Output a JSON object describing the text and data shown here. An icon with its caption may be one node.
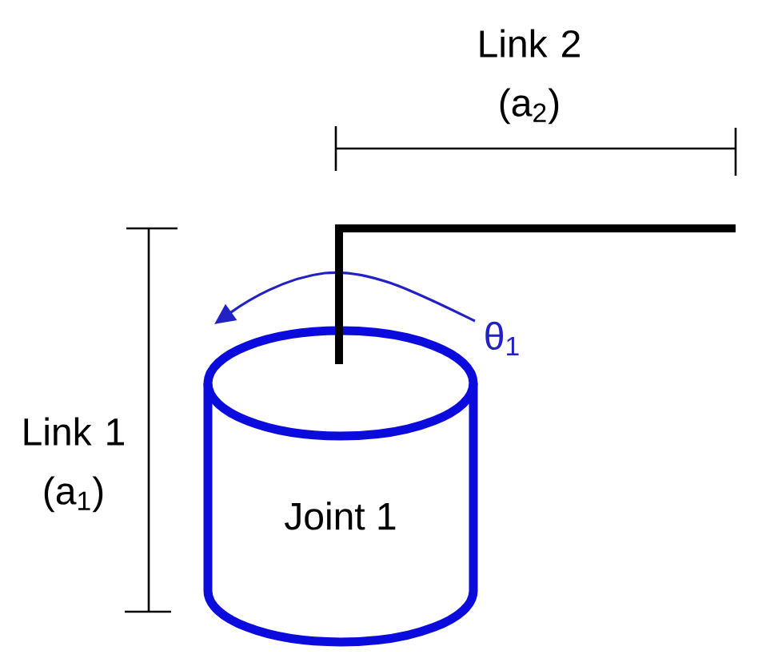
{
  "diagram": {
    "nodes": [
      {
        "text": [
          "Joint 1"
        ]
      }
    ],
    "labels": [
      "Link 2 (a$_{2}$)",
      "θ$_{1}$",
      "Link 1 (a$_{1}$)"
    ]
  }
}
